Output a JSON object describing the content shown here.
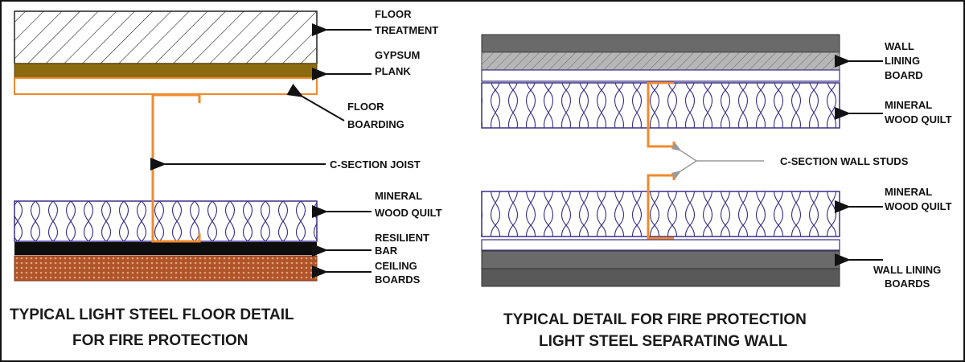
{
  "left_detail": {
    "title_line1": "TYPICAL LIGHT STEEL FLOOR DETAIL",
    "title_line2": "FOR FIRE PROTECTION",
    "labels": {
      "floor_treatment_1": "FLOOR",
      "floor_treatment_2": "TREATMENT",
      "gypsum_plank_1": "GYPSUM",
      "gypsum_plank_2": "PLANK",
      "floor_boarding_1": "FLOOR",
      "floor_boarding_2": "BOARDING",
      "c_section_joist": "C-SECTION JOIST",
      "mineral_wood_quilt_1": "MINERAL",
      "mineral_wood_quilt_2": "WOOD QUILT",
      "resilient_bar_1": "RESILIENT",
      "resilient_bar_2": "BAR",
      "ceiling_boards_1": "CEILING",
      "ceiling_boards_2": "BOARDS"
    }
  },
  "right_detail": {
    "title_line1": "TYPICAL DETAIL  FOR FIRE PROTECTION",
    "title_line2": "LIGHT STEEL SEPARATING WALL",
    "labels": {
      "wall_lining_board_1": "WALL",
      "wall_lining_board_2": "LINING",
      "wall_lining_board_3": "BOARD",
      "mineral_wood_quilt_top_1": "MINERAL",
      "mineral_wood_quilt_top_2": "WOOD QUILT",
      "c_section_wall_studs": "C-SECTION WALL STUDS",
      "mineral_wood_quilt_bottom_1": "MINERAL",
      "mineral_wood_quilt_bottom_2": "WOOD QUILT",
      "wall_lining_boards_1": "WALL LINING",
      "wall_lining_boards_2": "BOARDS"
    }
  },
  "colors": {
    "steel": "#f08a2c",
    "insulation": "#3a2e86",
    "gypsum": "#8c6a10",
    "resilient_bar": "#111111",
    "ceiling_board": "#b0542a",
    "wall_board": "#6a6a6a",
    "leader_line": "#111111",
    "stud_leader": "#9a9a9a"
  }
}
